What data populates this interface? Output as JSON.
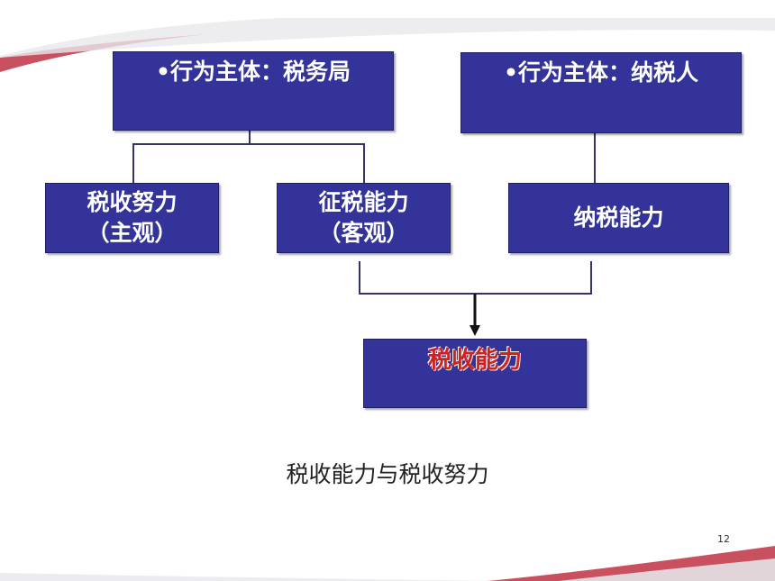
{
  "colors": {
    "box_fill": "#333399",
    "box_text": "#ffffff",
    "result_text": "#cc2222",
    "accent_band": "#c8505f",
    "connector": "#333366"
  },
  "diagram": {
    "actor_tax_bureau": "•行为主体：税务局",
    "actor_taxpayer": "•行为主体：纳税人",
    "tax_effort": {
      "line1": "税收努力",
      "line2": "（主观）"
    },
    "collection_capacity": {
      "line1": "征税能力",
      "line2": "（客观）"
    },
    "taxpaying_capacity": "纳税能力",
    "tax_capacity": "税收能力"
  },
  "caption": "税收能力与税收努力",
  "page_number": "12"
}
